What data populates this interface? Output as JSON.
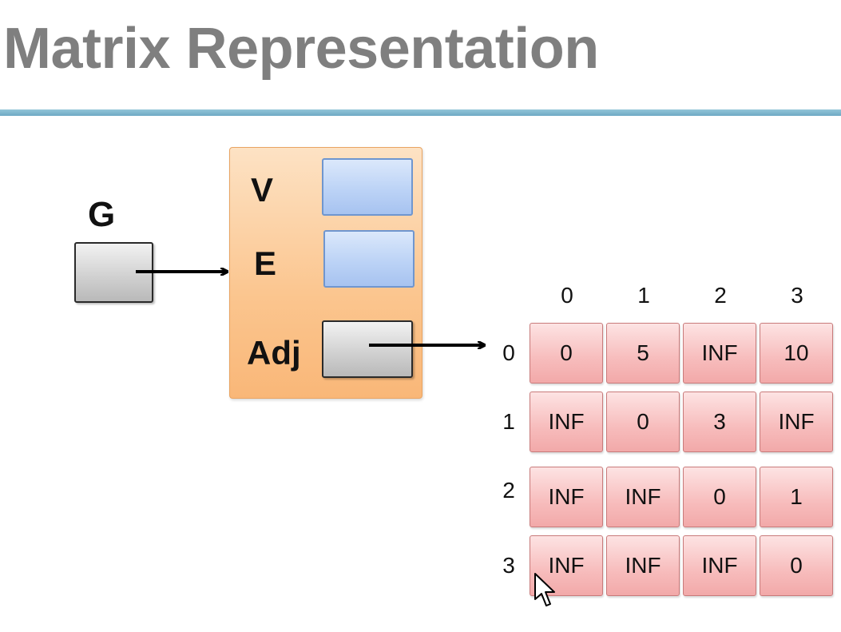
{
  "title": "Matrix Representation",
  "graph_var": "G",
  "struct_fields": [
    "V",
    "E",
    "Adj"
  ],
  "matrix": {
    "col_headers": [
      "0",
      "1",
      "2",
      "3"
    ],
    "row_headers": [
      "0",
      "1",
      "2",
      "3"
    ],
    "rows": [
      [
        "0",
        "5",
        "INF",
        "10"
      ],
      [
        "INF",
        "0",
        "3",
        "INF"
      ],
      [
        "INF",
        "INF",
        "0",
        "1"
      ],
      [
        "INF",
        "INF",
        "INF",
        "0"
      ]
    ]
  },
  "icons": {
    "pointer": "mouse-cursor-icon"
  }
}
